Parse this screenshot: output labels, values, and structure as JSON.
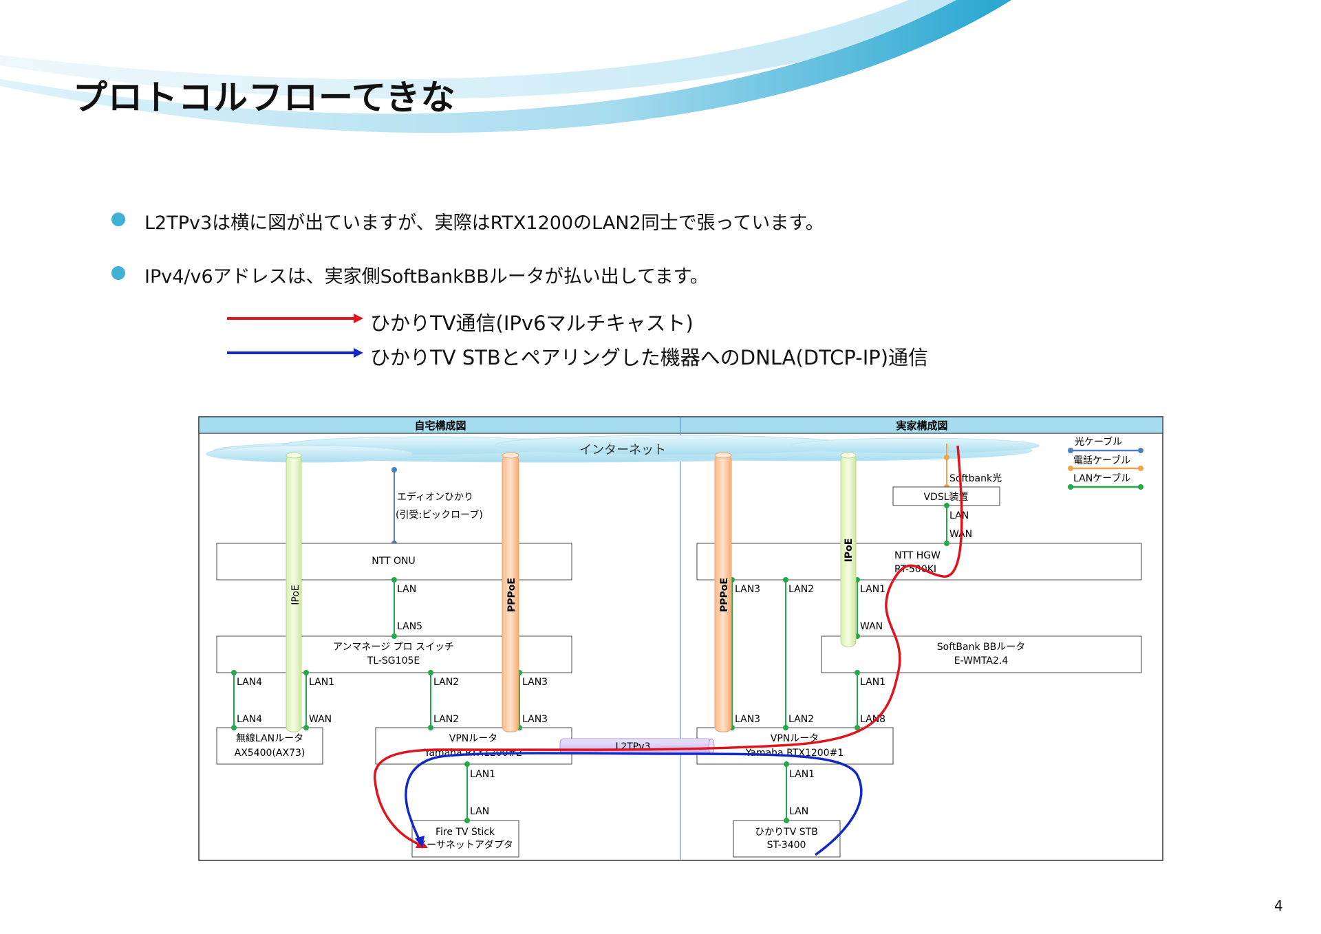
{
  "slide": {
    "title": "プロトコルフローてきな",
    "page_number": "4",
    "bullets": [
      "L2TPv3は横に図が出ていますが、実際はRTX1200のLAN2同士で張っています。",
      "IPv4/v6アドレスは、実家側SoftBankBBルータが払い出してます。"
    ],
    "legend": [
      {
        "label": "ひかりTV通信(IPv6マルチキャスト)",
        "color": "#e0141e"
      },
      {
        "label": "ひかりTV STBとペアリングした機器へのDNLA(DTCP-IP)通信",
        "color": "#1428c8"
      }
    ]
  },
  "diagram": {
    "left_header": "自宅構成図",
    "right_header": "実家構成図",
    "internet": "インターネット",
    "cable_legend": {
      "fiber": "光ケーブル",
      "phone": "電話ケーブル",
      "lan": "LANケーブル"
    },
    "tunnels": {
      "ipoe_left": "IPoE",
      "pppoe_left": "PPPoE",
      "pppoe_right": "PPPoE",
      "ipoe_right": "IPoE",
      "l2tpv3": "L2TPv3"
    },
    "home": {
      "edion_line1": "エディオンひかり",
      "edion_line2": "(引受:ビックローブ)",
      "onu": "NTT ONU",
      "onu_lan": "LAN",
      "switch_lan5": "LAN5",
      "switch_line1": "アンマネージ プロ スイッチ",
      "switch_line2": "TL-SG105E",
      "sw_lan4": "LAN4",
      "sw_lan1": "LAN1",
      "sw_lan2": "LAN2",
      "sw_lan3": "LAN3",
      "wifi_lan4": "LAN4",
      "wifi_wan": "WAN",
      "vpn_lan2": "LAN2",
      "vpn_lan3": "LAN3",
      "wifi_line1": "無線LANルータ",
      "wifi_line2": "AX5400(AX73)",
      "vpn_line1": "VPNルータ",
      "vpn_line2": "Yamaha RTX1200#2",
      "vpn_lan1": "LAN1",
      "fire_lan": "LAN",
      "fire_line1": "Fire TV Stick",
      "fire_line2": "イーサネットアダプタ"
    },
    "parent": {
      "softbank_hikari": "Softbank光",
      "vdsl": "VDSL装置",
      "vdsl_lan": "LAN",
      "hgw_wan": "WAN",
      "hgw_line1": "NTT HGW",
      "hgw_line2": "RT-500KI",
      "hgw_lan3": "LAN3",
      "hgw_lan2": "LAN2",
      "hgw_lan1": "LAN1",
      "bb_wan": "WAN",
      "bb_line1": "SoftBank BBルータ",
      "bb_line2": "E-WMTA2.4",
      "bb_lan1": "LAN1",
      "vpn_lan3": "LAN3",
      "vpn_lan2": "LAN2",
      "vpn_lan8": "LAN8",
      "vpn_line1": "VPNルータ",
      "vpn_line2": "Yamaha RTX1200#1",
      "vpn_lan1": "LAN1",
      "stb_lan": "LAN",
      "stb_line1": "ひかりTV STB",
      "stb_line2": "ST-3400"
    }
  }
}
